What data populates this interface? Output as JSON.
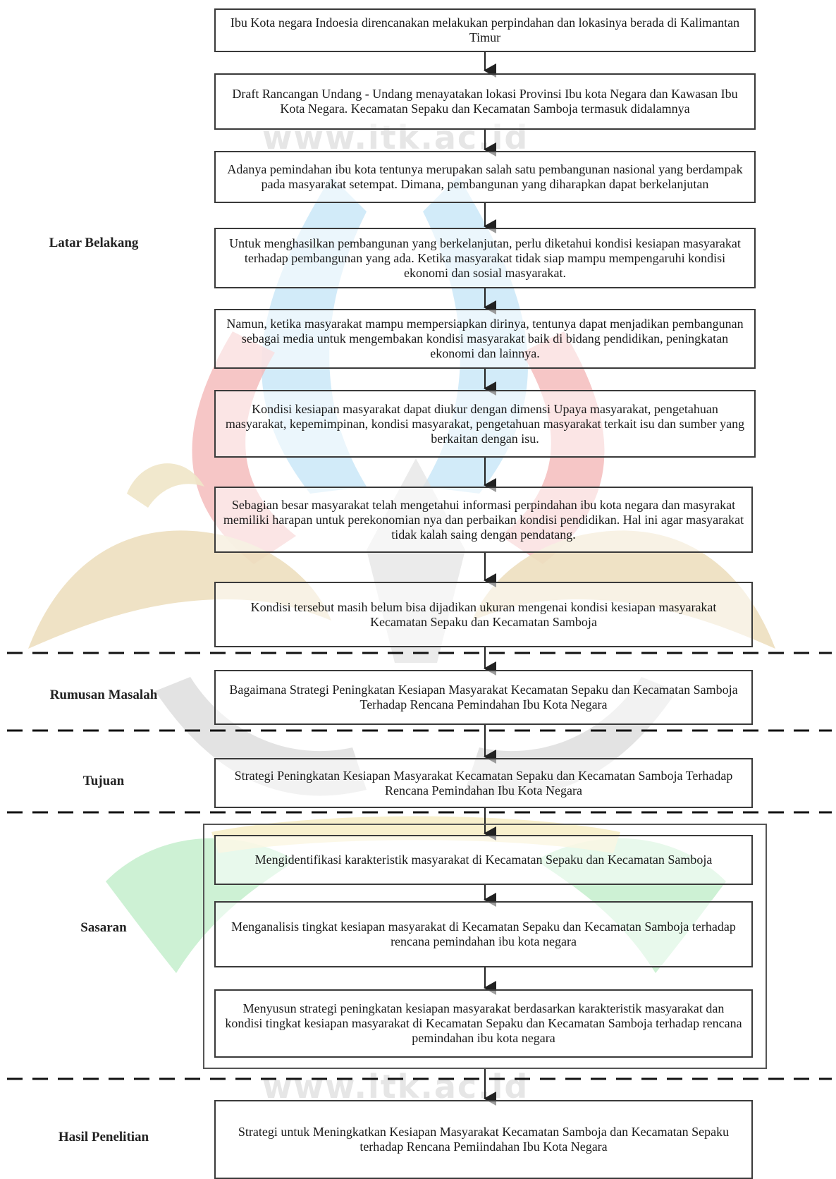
{
  "watermark": {
    "text": "www.itk.ac.id"
  },
  "sections": {
    "latar_belakang": "Latar Belakang",
    "rumusan_masalah": "Rumusan Masalah",
    "tujuan": "Tujuan",
    "sasaran": "Sasaran",
    "hasil_penelitian": "Hasil Penelitian"
  },
  "latar_belakang_steps": [
    "Ibu Kota negara Indoesia direncanakan melakukan perpindahan dan lokasinya berada di Kalimantan Timur",
    "Draft Rancangan Undang - Undang menayatakan lokasi Provinsi Ibu kota Negara dan Kawasan Ibu Kota Negara. Kecamatan Sepaku dan Kecamatan Samboja termasuk didalamnya",
    "Adanya pemindahan ibu kota tentunya merupakan salah satu pembangunan nasional yang berdampak pada masyarakat setempat. Dimana, pembangunan yang diharapkan dapat berkelanjutan",
    "Untuk menghasilkan pembangunan yang berkelanjutan, perlu diketahui kondisi kesiapan masyarakat terhadap pembangunan yang ada. Ketika masyarakat tidak siap mampu mempengaruhi kondisi ekonomi dan sosial masyarakat.",
    "Namun, ketika masyarakat mampu mempersiapkan dirinya, tentunya dapat menjadikan pembangunan sebagai media untuk mengembakan kondisi masyarakat baik di bidang pendidikan, peningkatan ekonomi dan lainnya.",
    "Kondisi kesiapan masyarakat dapat diukur dengan dimensi Upaya masyarakat, pengetahuan masyarakat, kepemimpinan, kondisi masyarakat, pengetahuan masyarakat terkait isu dan sumber yang berkaitan dengan isu.",
    "Sebagian besar masyarakat telah mengetahui informasi perpindahan ibu kota negara dan masyrakat memiliki harapan untuk perekonomian nya dan perbaikan kondisi pendidikan. Hal ini agar masyarakat tidak kalah saing dengan pendatang.",
    "Kondisi tersebut masih belum bisa dijadikan ukuran mengenai kondisi kesiapan masyarakat Kecamatan Sepaku dan Kecamatan Samboja"
  ],
  "rumusan_masalah": "Bagaimana Strategi Peningkatan Kesiapan Masyarakat Kecamatan Sepaku dan Kecamatan Samboja Terhadap Rencana Pemindahan Ibu Kota Negara",
  "tujuan": "Strategi Peningkatan Kesiapan Masyarakat Kecamatan Sepaku dan Kecamatan Samboja Terhadap Rencana Pemindahan Ibu Kota Negara",
  "sasaran_steps": [
    "Mengidentifikasi karakteristik masyarakat di Kecamatan Sepaku dan Kecamatan Samboja",
    "Menganalisis tingkat kesiapan masyarakat di Kecamatan Sepaku dan Kecamatan Samboja terhadap rencana pemindahan ibu kota negara",
    "Menyusun strategi peningkatan kesiapan masyarakat berdasarkan karakteristik masyarakat dan kondisi tingkat kesiapan masyarakat di Kecamatan Sepaku dan Kecamatan Samboja terhadap rencana pemindahan ibu kota negara"
  ],
  "hasil_penelitian": "Strategi untuk Meningkatkan Kesiapan Masyarakat Kecamatan Samboja dan Kecamatan Sepaku terhadap Rencana Pemiindahan Ibu Kota Negara"
}
